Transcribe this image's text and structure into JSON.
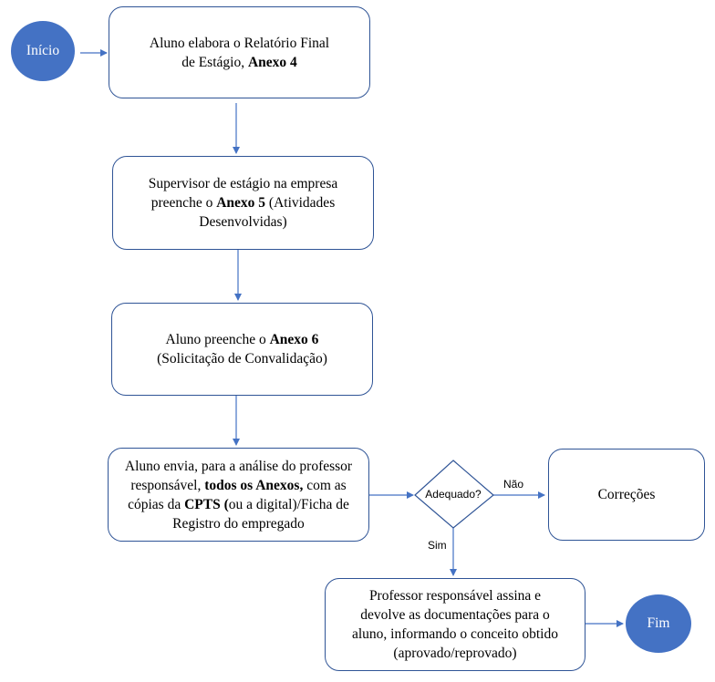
{
  "start": {
    "label": "Início"
  },
  "end": {
    "label": "Fim"
  },
  "step1": {
    "t1": "Aluno elabora o Relatório Final",
    "t2": "de Estágio, ",
    "t3": "Anexo 4"
  },
  "step2": {
    "t1": "Supervisor de estágio na empresa",
    "t2": "preenche o ",
    "t3": "Anexo 5",
    "t4": " (Atividades",
    "t5": "Desenvolvidas)"
  },
  "step3": {
    "t1": "Aluno preenche o ",
    "t2": "Anexo 6",
    "t3": "(Solicitação de Convalidação)"
  },
  "step4": {
    "t1": "Aluno envia, para a análise do professor",
    "t2": "responsável, ",
    "t3": "todos os Anexos,",
    "t4": " com as",
    "t5": "cópias da ",
    "t6": "CPTS (",
    "t7": "ou a digital)/Ficha de",
    "t8": "Registro do empregado"
  },
  "decision": {
    "label": "Adequado?",
    "no_label": "Não",
    "yes_label": "Sim"
  },
  "corrections": {
    "label": "Correções"
  },
  "step5": {
    "t1": "Professor responsável assina e",
    "t2": "devolve as documentações para o",
    "t3": "aluno, informando o conceito obtido",
    "t4": "(aprovado/reprovado)"
  },
  "colors": {
    "node_fill": "#4472c4",
    "border": "#2f5496",
    "arrow": "#4472c4"
  }
}
